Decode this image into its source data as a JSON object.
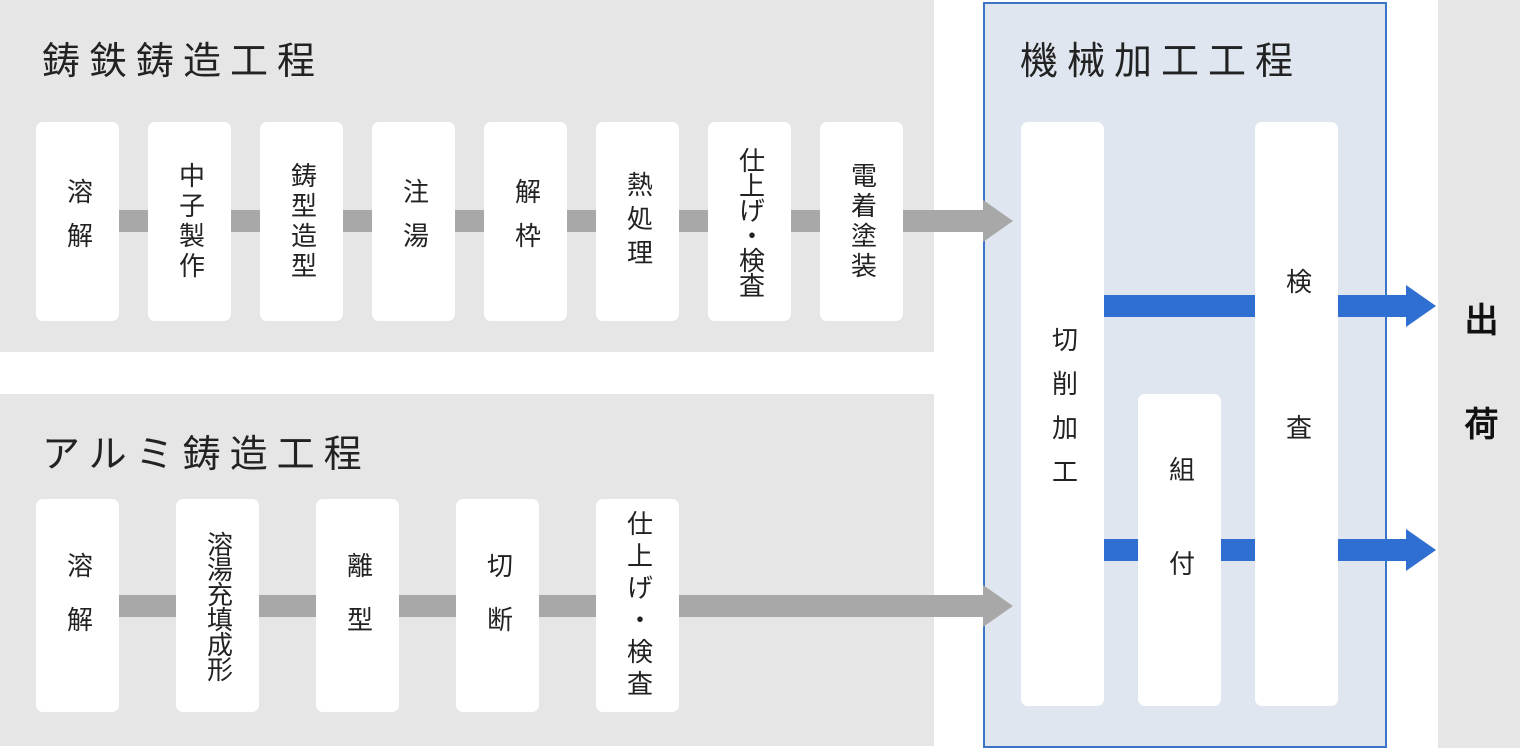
{
  "iron": {
    "title": "鋳鉄鋳造工程",
    "steps": [
      "溶解",
      "中子製作",
      "鋳型造型",
      "注湯",
      "解枠",
      "熱処理",
      "仕上げ・検査",
      "電着塗装"
    ]
  },
  "aluminum": {
    "title": "アルミ鋳造工程",
    "steps": [
      "溶解",
      "溶湯充填成形",
      "離型",
      "切断",
      "仕上げ・検査"
    ]
  },
  "machining": {
    "title": "機械加工工程",
    "cutting": "切削加工",
    "assembly": "組付",
    "inspection": "検査"
  },
  "shipping": {
    "label": "出荷"
  },
  "colors": {
    "panel_gray": "#e6e6e6",
    "flow_gray": "#a8a8a8",
    "machining_bg": "#dfe6ef",
    "accent_blue": "#2f6fd1"
  }
}
